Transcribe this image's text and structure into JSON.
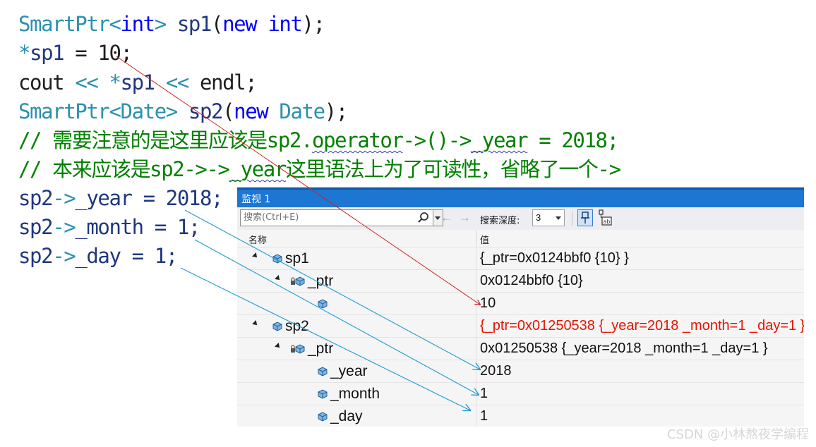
{
  "code": {
    "lines": [
      [
        {
          "t": "SmartPtr",
          "c": "type"
        },
        {
          "t": "<",
          "c": "type"
        },
        {
          "t": "int",
          "c": "kw"
        },
        {
          "t": "> ",
          "c": "type"
        },
        {
          "t": "sp1",
          "c": "var"
        },
        {
          "t": "(",
          "c": "op"
        },
        {
          "t": "new",
          "c": "kw"
        },
        {
          "t": " ",
          "c": "op"
        },
        {
          "t": "int",
          "c": "kw"
        },
        {
          "t": ");",
          "c": "op"
        }
      ],
      [
        {
          "t": "*",
          "c": "type"
        },
        {
          "t": "sp1",
          "c": "var"
        },
        {
          "t": " = 10;",
          "c": "plain"
        }
      ],
      [
        {
          "t": "cout ",
          "c": "plain"
        },
        {
          "t": "<< ",
          "c": "type"
        },
        {
          "t": "*",
          "c": "type"
        },
        {
          "t": "sp1",
          "c": "var"
        },
        {
          "t": " ",
          "c": "plain"
        },
        {
          "t": "<< ",
          "c": "type"
        },
        {
          "t": "endl",
          "c": "plain"
        },
        {
          "t": ";",
          "c": "plain"
        }
      ],
      [
        {
          "t": "SmartPtr",
          "c": "type"
        },
        {
          "t": "<",
          "c": "type"
        },
        {
          "t": "Date",
          "c": "type"
        },
        {
          "t": "> ",
          "c": "type"
        },
        {
          "t": "sp2",
          "c": "var"
        },
        {
          "t": "(",
          "c": "op"
        },
        {
          "t": "new",
          "c": "kw"
        },
        {
          "t": " ",
          "c": "op"
        },
        {
          "t": "Date",
          "c": "type"
        },
        {
          "t": ");",
          "c": "op"
        }
      ],
      [
        {
          "t": "// 需要注意的是这里应该是sp2.",
          "c": "comment"
        },
        {
          "t": "operator",
          "c": "comment",
          "sq": true
        },
        {
          "t": "->()->",
          "c": "comment"
        },
        {
          "t": "_year",
          "c": "comment",
          "sq": true
        },
        {
          "t": " = 2018;",
          "c": "comment"
        }
      ],
      [
        {
          "t": "// 本来应该是sp2->->",
          "c": "comment"
        },
        {
          "t": "_year",
          "c": "comment",
          "sq": true
        },
        {
          "t": "这里语法上为了可读性，省略了一个->",
          "c": "comment"
        }
      ],
      [
        {
          "t": "sp2",
          "c": "var"
        },
        {
          "t": "->",
          "c": "type"
        },
        {
          "t": "_year = 2018;",
          "c": "var"
        }
      ],
      [
        {
          "t": "sp2",
          "c": "var"
        },
        {
          "t": "->",
          "c": "type"
        },
        {
          "t": "_month = 1;",
          "c": "var"
        }
      ],
      [
        {
          "t": "sp2",
          "c": "var"
        },
        {
          "t": "->",
          "c": "type"
        },
        {
          "t": "_day = 1;",
          "c": "var"
        }
      ]
    ]
  },
  "watch": {
    "title": "监视 1",
    "search_placeholder": "搜索(Ctrl+E)",
    "depth_label": "搜索深度:",
    "depth_value": "3",
    "col_name": "名称",
    "col_value": "值",
    "rows": [
      {
        "name": "sp1",
        "value": "{_ptr=0x0124bbf0 {10} }",
        "level": 0,
        "expanded": true,
        "changed": false
      },
      {
        "name": "_ptr",
        "value": "0x0124bbf0 {10}",
        "level": 1,
        "expanded": true,
        "changed": false,
        "locked": true
      },
      {
        "name": "",
        "value": "10",
        "level": 2,
        "expanded": false,
        "changed": false
      },
      {
        "name": "sp2",
        "value": "{_ptr=0x01250538 {_year=2018 _month=1 _day=1 } }",
        "level": 0,
        "expanded": true,
        "changed": true
      },
      {
        "name": "_ptr",
        "value": "0x01250538 {_year=2018 _month=1 _day=1 }",
        "level": 1,
        "expanded": true,
        "changed": false,
        "locked": true
      },
      {
        "name": "_year",
        "value": "2018",
        "level": 2,
        "expanded": false,
        "changed": false
      },
      {
        "name": "_month",
        "value": "1",
        "level": 2,
        "expanded": false,
        "changed": false
      },
      {
        "name": "_day",
        "value": "1",
        "level": 2,
        "expanded": false,
        "changed": false
      }
    ]
  },
  "colors": {
    "titlebar": "#1c76d2",
    "changed_value": "#e51400",
    "arrow_red": "#d02020",
    "arrow_blue": "#1e9bd7"
  },
  "watermark": "CSDN @小林熬夜学编程"
}
